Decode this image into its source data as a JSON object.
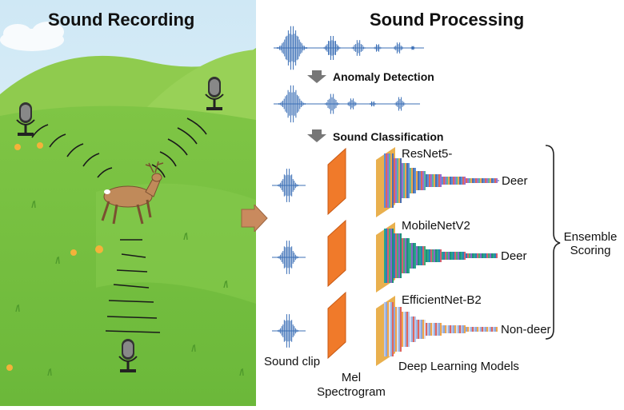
{
  "left": {
    "title": "Sound Recording",
    "colors": {
      "sky": "#cfe8f5",
      "hill_far": "#8fcb4e",
      "hill_mid": "#7cc242",
      "ground": "#79c143",
      "deer": "#c08a5a"
    },
    "icons": [
      "microphone-icon",
      "deer-icon",
      "flower-icon",
      "sound-wave-arc"
    ]
  },
  "right": {
    "title": "Sound Processing",
    "steps": {
      "anomaly": "Anomaly Detection",
      "classification": "Sound Classification"
    },
    "models": [
      {
        "name": "ResNet5-",
        "result": "Deer"
      },
      {
        "name": "MobileNetV2",
        "result": "Deer"
      },
      {
        "name": "EfficientNet-B2",
        "result": "Non-deer"
      }
    ],
    "labels": {
      "sound_clip": "Sound clip",
      "mel_line1": "Mel",
      "mel_line2": "Spectrogram",
      "deep_models": "Deep Learning Models",
      "ensemble_line1": "Ensemble",
      "ensemble_line2": "Scoring"
    },
    "colors": {
      "wave": "#3b6fb6",
      "spectrogram": "#f07a2a",
      "model_frame": "#e9b04e",
      "arrow": "#777777",
      "transition_arrow": "#c98a5e"
    }
  }
}
